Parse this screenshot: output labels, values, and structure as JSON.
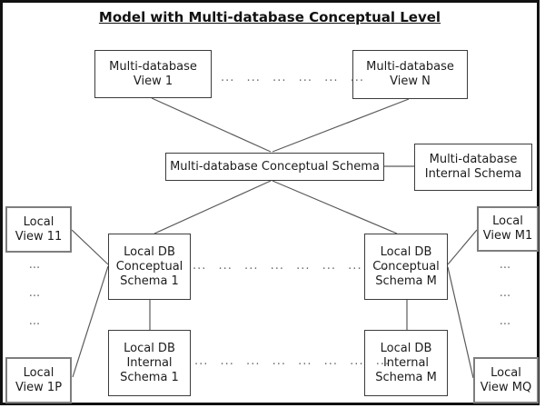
{
  "title": "Model with Multi-database Conceptual Level",
  "boxes": {
    "mdb_view_1": {
      "label": "Multi-database\nView 1"
    },
    "mdb_view_n": {
      "label": "Multi-database\nView N"
    },
    "mdb_conceptual": {
      "label": "Multi-database Conceptual Schema"
    },
    "mdb_internal": {
      "label": "Multi-database\nInternal Schema"
    },
    "local_conceptual_1": {
      "label": "Local DB\nConceptual\nSchema 1"
    },
    "local_conceptual_m": {
      "label": "Local DB\nConceptual\nSchema M"
    },
    "local_internal_1": {
      "label": "Local DB\nInternal\nSchema 1"
    },
    "local_internal_m": {
      "label": "Local DB\nInternal\nSchema M"
    },
    "local_view_11": {
      "label": "Local\nView 11"
    },
    "local_view_1p": {
      "label": "Local\nView 1P"
    },
    "local_view_m1": {
      "label": "Local\nView M1"
    },
    "local_view_mq": {
      "label": "Local\nView MQ"
    }
  },
  "dots": {
    "top_row": "... ... ... ... ... ...",
    "conceptual_row": "... ... ... ... ... ... ... ...",
    "internal_row": "... ... ... ... ... ... ... ...",
    "left_column": [
      "...",
      "...",
      "..."
    ],
    "right_column": [
      "...",
      "...",
      "..."
    ]
  },
  "colors": {
    "frame_border": "#111111",
    "box_border": "#3c3c3c",
    "view_box_border": "#7e7e7e",
    "connector_line": "#5a5a5a",
    "dots": "#6e6e6e"
  }
}
